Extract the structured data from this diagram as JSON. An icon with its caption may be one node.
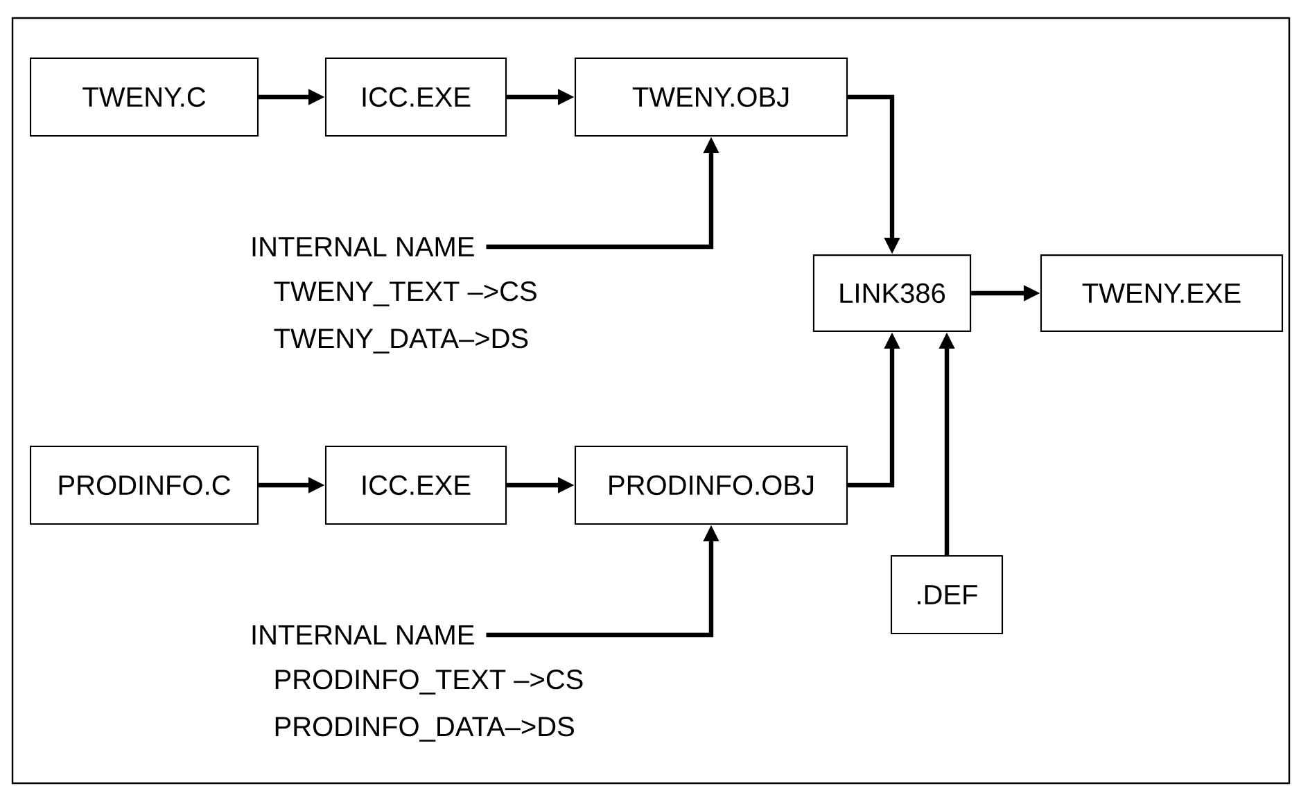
{
  "diagram": {
    "nodes": [
      {
        "text": [
          "TWENY.C"
        ]
      },
      {
        "text": [
          "ICC.EXE"
        ]
      },
      {
        "text": [
          "TWENY.OBJ"
        ]
      },
      {
        "text": [
          "INTERNAL NAME"
        ],
        "beside": [
          "TWENY_TEXT –>CS",
          "TWENY_DATA–>DS"
        ]
      },
      {
        "text": [
          "LINK386"
        ]
      },
      {
        "text": [
          "TWENY.EXE"
        ]
      },
      {
        "text": [
          "PRODINFO.C"
        ]
      },
      {
        "text": [
          "ICC.EXE"
        ]
      },
      {
        "text": [
          "PRODINFO.OBJ"
        ]
      },
      {
        "text": [
          "INTERNAL NAME"
        ],
        "beside": [
          "PRODINFO_TEXT –>CS",
          "PRODINFO_DATA–>DS"
        ]
      },
      {
        "text": [
          ".DEF"
        ]
      }
    ],
    "edges": [
      {
        "from": 0,
        "to": 1,
        "arrow": "to"
      },
      {
        "from": 1,
        "to": 2,
        "arrow": "to"
      },
      {
        "from": 3,
        "to": 2,
        "arrow": "to"
      },
      {
        "from": 2,
        "to": 4,
        "arrow": "to"
      },
      {
        "from": 4,
        "to": 5,
        "arrow": "to"
      },
      {
        "from": 6,
        "to": 7,
        "arrow": "to"
      },
      {
        "from": 7,
        "to": 8,
        "arrow": "to"
      },
      {
        "from": 9,
        "to": 8,
        "arrow": "to"
      },
      {
        "from": 8,
        "to": 4,
        "arrow": "to"
      },
      {
        "from": 10,
        "to": 4,
        "arrow": "to"
      }
    ]
  }
}
